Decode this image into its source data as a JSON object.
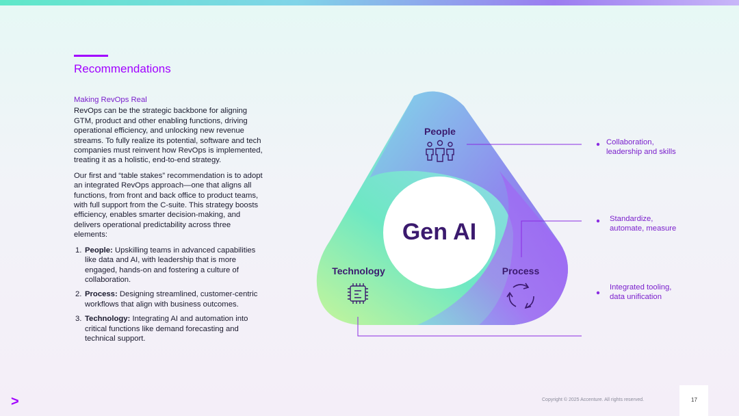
{
  "header": {
    "section_title": "Recommendations"
  },
  "intro": {
    "subtitle": "Making RevOps Real",
    "paragraph1": "RevOps can be the strategic backbone for aligning GTM, product and other enabling functions, driving operational efficiency, and unlocking new revenue streams. To fully realize its potential, software and tech companies must reinvent how RevOps is implemented, treating it as a holistic, end-to-end strategy.",
    "paragraph2": "Our first and “table stakes” recommendation is to adopt an integrated RevOps approach—one that aligns all functions, from front and back office to product teams, with full support from the C-suite. This strategy boosts efficiency, enables smarter decision-making, and delivers operational predictability across three elements:",
    "list": [
      {
        "num": "1.",
        "term": "People:",
        "text": " Upskilling teams in advanced capabilities like data and AI, with leadership that is more engaged, hands-on and fostering a culture of collaboration."
      },
      {
        "num": "2.",
        "term": "Process:",
        "text": " Designing streamlined, customer-centric workflows that align with business outcomes."
      },
      {
        "num": "3.",
        "term": "Technology:",
        "text": " Integrating AI and automation into critical functions like demand forecasting and technical support."
      }
    ]
  },
  "diagram": {
    "center": "Gen AI",
    "people_label": "People",
    "process_label": "Process",
    "technology_label": "Technology",
    "icons": {
      "people": "people-group-icon",
      "process": "cycle-arrows-icon",
      "technology": "chip-icon"
    },
    "callouts": {
      "people_line1": "Collaboration,",
      "people_line2": "leadership and skills",
      "process_line1": "Standardize,",
      "process_line2": "automate, measure",
      "technology_line1": "Integrated tooling,",
      "technology_line2": "data unification"
    },
    "colors": {
      "accent": "#a100ff",
      "label": "#3b1a6e",
      "connector": "#8a2be2"
    }
  },
  "footer": {
    "logo": ">",
    "copyright": "Copyright © 2025 Accenture. All rights reserved.",
    "page_number": "17"
  }
}
